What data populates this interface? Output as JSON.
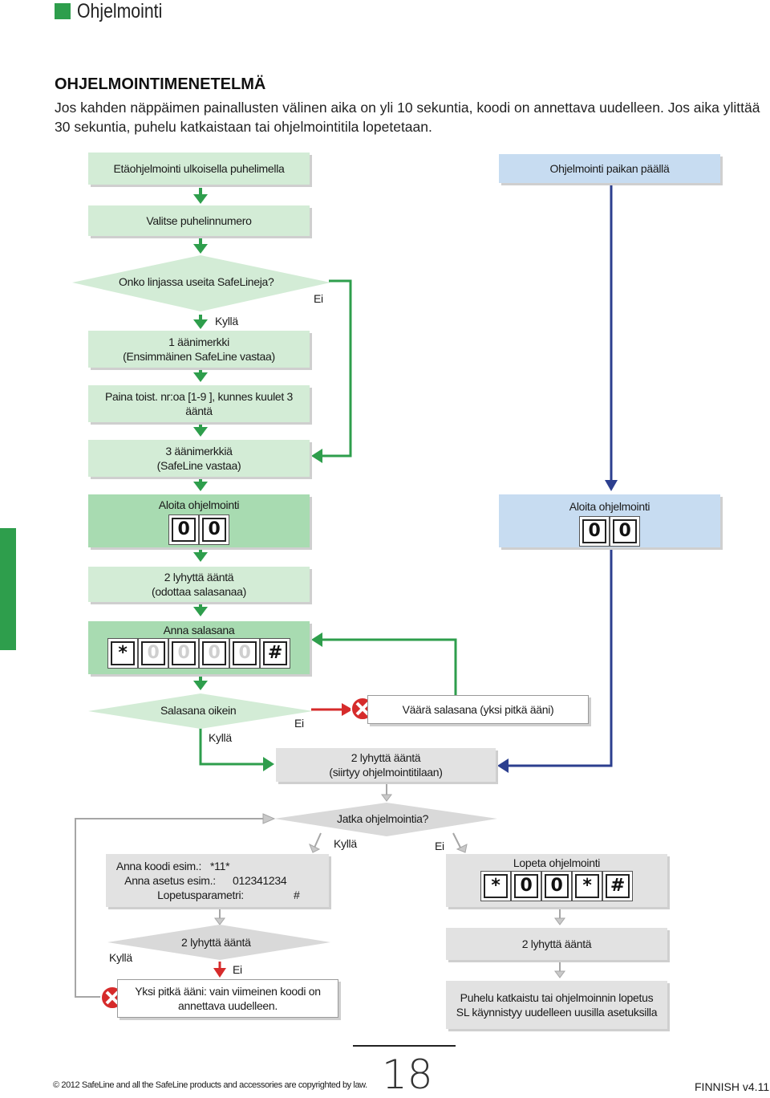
{
  "header": {
    "title": "Ohjelmointi"
  },
  "section": {
    "title": "OHJELMOINTIMENETELMÄ",
    "intro": "Jos kahden näppäimen painallusten välinen aika on yli 10 sekuntia, koodi on annettava uudelleen. Jos aika ylittää 30 sekuntia, puhelu katkaistaan tai ohjelmointitila lopetetaan."
  },
  "flow": {
    "remote_start": "Etäohjelmointi ulkoisella puhelimella",
    "local_start": "Ohjelmointi paikan päällä",
    "dial": "Valitse puhelinnumero",
    "multi_question": "Onko linjassa useita SafeLineja?",
    "no1": "Ei",
    "yes1": "Kyllä",
    "one_beep_1": "1 äänimerkki",
    "one_beep_2": "(Ensimmäinen SafeLine vastaa)",
    "press_1": "Paina toist. nr:oa [1-9 ], kunnes kuulet 3",
    "press_2": "ääntä",
    "three_beeps_1": "3 äänimerkkiä",
    "three_beeps_2": "(SafeLine vastaa)",
    "start_prog": "Aloita ohjelmointi",
    "start_prog_local": "Aloita ohjelmointi",
    "start_keys": [
      "0",
      "0"
    ],
    "start_keys_local": [
      "0",
      "0"
    ],
    "two_short_1": "2 lyhyttä ääntä",
    "two_short_2": "(odottaa salasanaa)",
    "enter_pw": "Anna salasana",
    "pw_keys": [
      "*",
      "0",
      "0",
      "0",
      "0",
      "#"
    ],
    "pw_correct": "Salasana oikein",
    "no2": "Ei",
    "yes2": "Kyllä",
    "wrong_pw": "Väärä salasana (yksi pitkä ääni)",
    "prog_mode_1": "2 lyhyttä ääntä",
    "prog_mode_2": "(siirtyy ohjelmointitilaan)",
    "continue_q": "Jatka ohjelmointia?",
    "yes3": "Kyllä",
    "no3": "Ei",
    "code_label": "Anna koodi esim.:",
    "code_value": "*11*",
    "setting_label": "Anna asetus esim.:",
    "setting_value": "012341234",
    "end_param_label": "Lopetusparametri:",
    "end_param_value": "#",
    "two_short_q": "2 lyhyttä ääntä",
    "yes4": "Kyllä",
    "no4": "Ei",
    "long_tone_1": "Yksi pitkä ääni: vain viimeinen koodi on",
    "long_tone_2": "annettava uudelleen.",
    "end_prog": "Lopeta ohjelmointi",
    "end_keys": [
      "*",
      "0",
      "0",
      "*",
      "#"
    ],
    "two_short_end": "2 lyhyttä ääntä",
    "hangup_1": "Puhelu katkaistu tai ohjelmoinnin lopetus",
    "hangup_2": "SL käynnistyy uudelleen uusilla asetuksilla"
  },
  "footer": {
    "copyright": "© 2012 SafeLine and all the SafeLine products and accessories are copyrighted by law.",
    "page": "18",
    "version": "FINNISH v4.11"
  },
  "colors": {
    "green": "#2e9e4c",
    "blue": "#2c3f8f",
    "red": "#d62b2b",
    "gray": "#a6a6a6"
  }
}
